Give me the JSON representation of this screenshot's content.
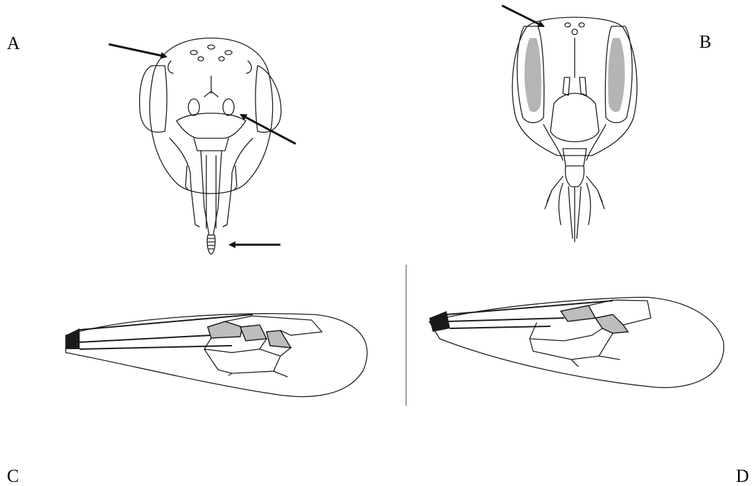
{
  "figure": {
    "panels": [
      {
        "label": "A",
        "content": "head-frontal-view-short-face"
      },
      {
        "label": "B",
        "content": "head-frontal-view-long-face"
      },
      {
        "label": "C",
        "content": "forewing-venation"
      },
      {
        "label": "D",
        "content": "forewing-venation"
      }
    ]
  },
  "colors": {
    "ink": "#1a1a1a",
    "cell_shading": "#bdbdbd",
    "eye_shading": "#b5b5b5",
    "background": "#ffffff"
  },
  "icons": [
    "arrow-icon"
  ]
}
